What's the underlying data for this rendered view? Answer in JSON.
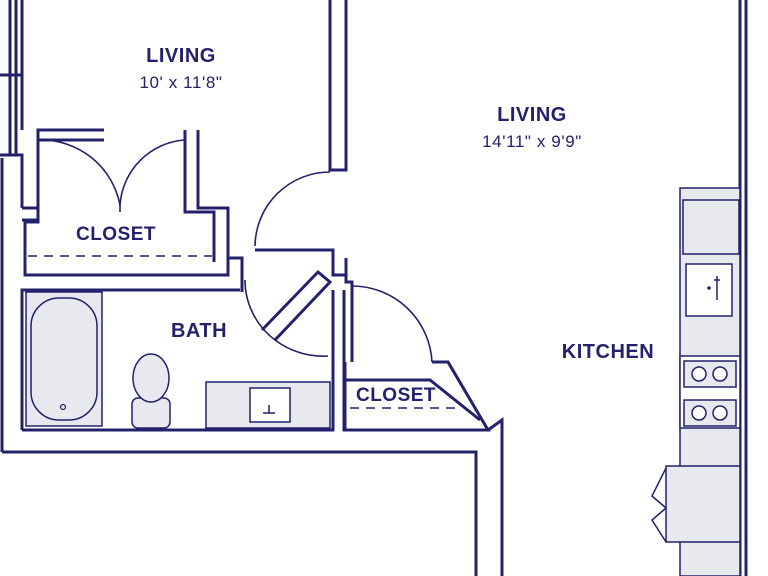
{
  "colors": {
    "wall": "#23216b",
    "fixture_fill": "#e8e8ef",
    "background": "#ffffff"
  },
  "rooms": {
    "living_small": {
      "name": "LIVING",
      "dimensions": "10' x 11'8\""
    },
    "living_large": {
      "name": "LIVING",
      "dimensions": "14'11\" x 9'9\""
    },
    "closet_left": {
      "name": "CLOSET"
    },
    "closet_right": {
      "name": "CLOSET"
    },
    "bath": {
      "name": "BATH"
    },
    "kitchen": {
      "name": "KITCHEN"
    }
  },
  "fixtures": {
    "bathtub": "bathtub-icon",
    "toilet": "toilet-icon",
    "bath_sink": "sink-icon",
    "kitchen_sink": "sink-icon",
    "stove": "stove-icon",
    "refrigerator": "refrigerator-icon"
  }
}
